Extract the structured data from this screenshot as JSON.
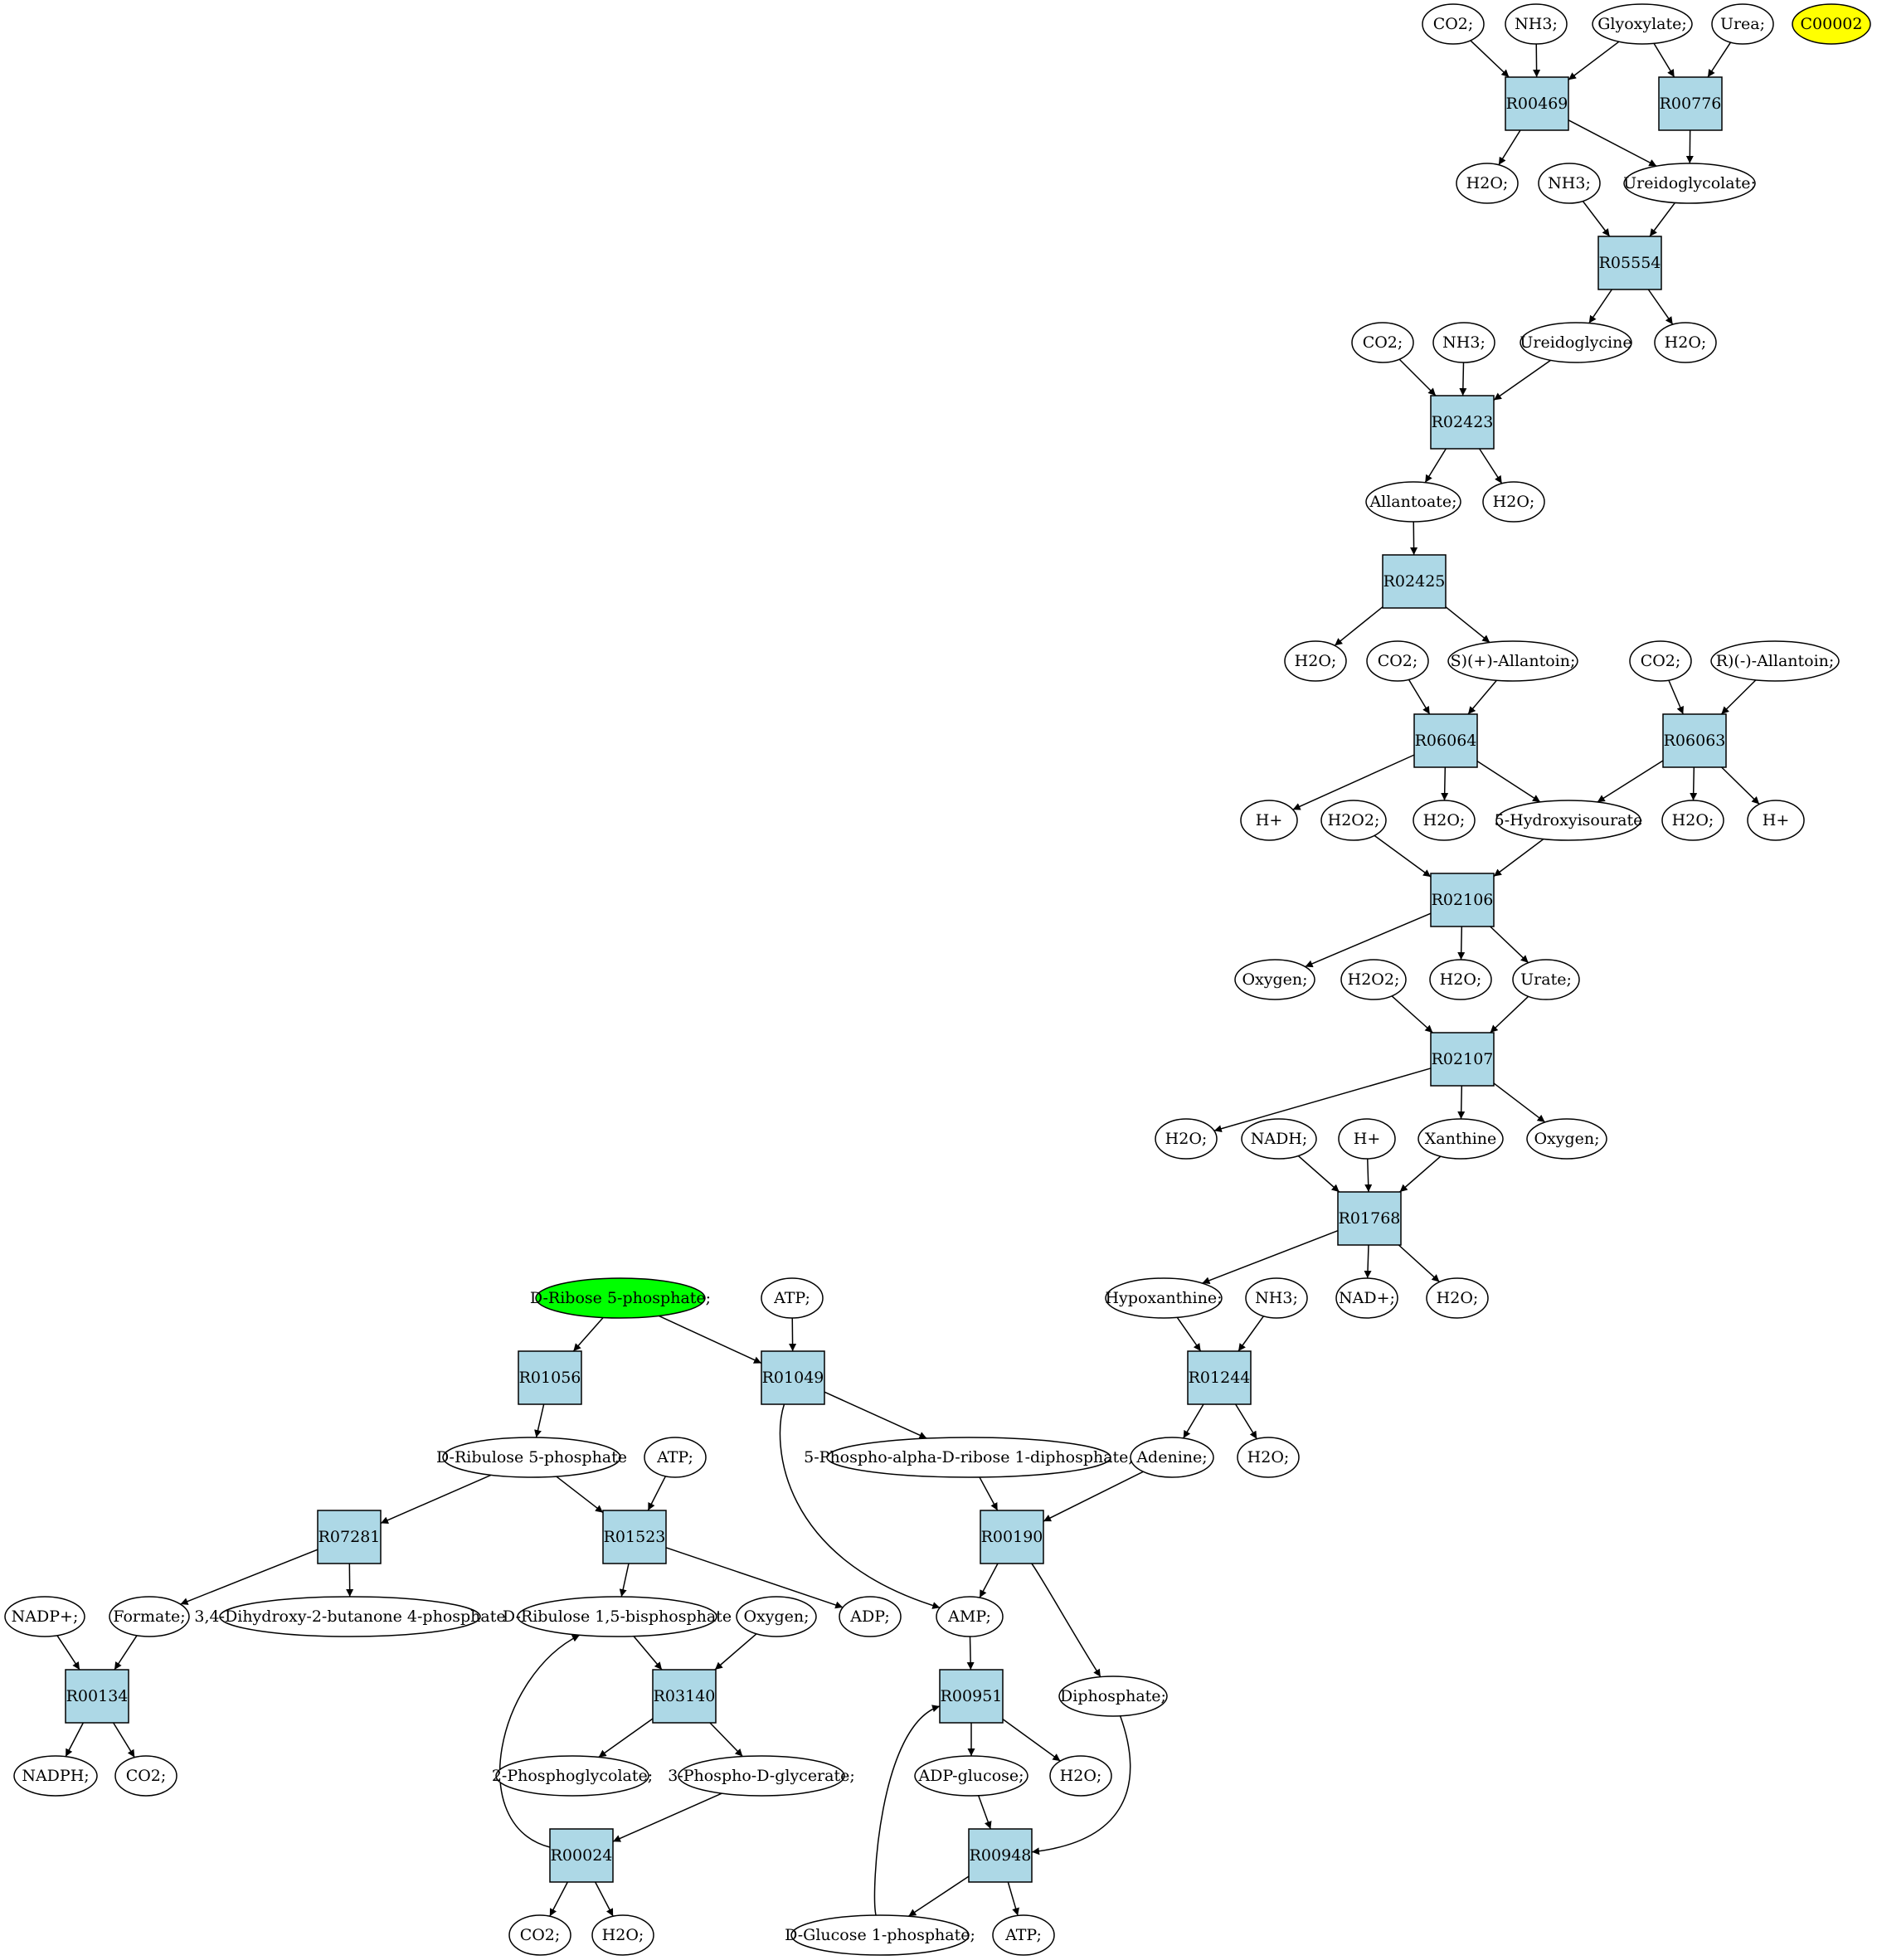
{
  "colors": {
    "reaction_fill": "#add8e6",
    "start_fill": "#00ff00",
    "target_fill": "#ffff00",
    "compound_fill": "#ffffff",
    "stroke": "#000000"
  },
  "nodes": [
    {
      "id": "c1",
      "label": "CO2;",
      "type": "compound"
    },
    {
      "id": "c2",
      "label": "NH3;",
      "type": "compound"
    },
    {
      "id": "c3",
      "label": "Glyoxylate;",
      "type": "compound"
    },
    {
      "id": "c4",
      "label": "Urea;",
      "type": "compound"
    },
    {
      "id": "c5",
      "label": "C00002",
      "type": "target"
    },
    {
      "id": "r1",
      "label": "R00469",
      "type": "reaction"
    },
    {
      "id": "r2",
      "label": "R00776",
      "type": "reaction"
    },
    {
      "id": "c6",
      "label": "H2O;",
      "type": "compound"
    },
    {
      "id": "c7",
      "label": "NH3;",
      "type": "compound"
    },
    {
      "id": "c8",
      "label": "Ureidoglycolate;",
      "type": "compound"
    },
    {
      "id": "r3",
      "label": "R05554",
      "type": "reaction"
    },
    {
      "id": "c9",
      "label": "CO2;",
      "type": "compound"
    },
    {
      "id": "c10",
      "label": "NH3;",
      "type": "compound"
    },
    {
      "id": "c11",
      "label": "Ureidoglycine",
      "type": "compound"
    },
    {
      "id": "c12",
      "label": "H2O;",
      "type": "compound"
    },
    {
      "id": "r4",
      "label": "R02423",
      "type": "reaction"
    },
    {
      "id": "c13",
      "label": "Allantoate;",
      "type": "compound"
    },
    {
      "id": "c14",
      "label": "H2O;",
      "type": "compound"
    },
    {
      "id": "r5",
      "label": "R02425",
      "type": "reaction"
    },
    {
      "id": "c15",
      "label": "H2O;",
      "type": "compound"
    },
    {
      "id": "c16",
      "label": "CO2;",
      "type": "compound"
    },
    {
      "id": "c17",
      "label": "S)(+)-Allantoin;",
      "type": "compound"
    },
    {
      "id": "c18",
      "label": "CO2;",
      "type": "compound"
    },
    {
      "id": "c19",
      "label": "R)(-)-Allantoin;",
      "type": "compound"
    },
    {
      "id": "r6",
      "label": "R06064",
      "type": "reaction"
    },
    {
      "id": "r7",
      "label": "R06063",
      "type": "reaction"
    },
    {
      "id": "c20",
      "label": "H+",
      "type": "compound"
    },
    {
      "id": "c21",
      "label": "H2O2;",
      "type": "compound"
    },
    {
      "id": "c22",
      "label": "H2O;",
      "type": "compound"
    },
    {
      "id": "c23",
      "label": "5-Hydroxyisourate",
      "type": "compound"
    },
    {
      "id": "c24",
      "label": "H2O;",
      "type": "compound"
    },
    {
      "id": "c25",
      "label": "H+",
      "type": "compound"
    },
    {
      "id": "r8",
      "label": "R02106",
      "type": "reaction"
    },
    {
      "id": "c26",
      "label": "Oxygen;",
      "type": "compound"
    },
    {
      "id": "c27",
      "label": "H2O2;",
      "type": "compound"
    },
    {
      "id": "c28",
      "label": "H2O;",
      "type": "compound"
    },
    {
      "id": "c29",
      "label": "Urate;",
      "type": "compound"
    },
    {
      "id": "r9",
      "label": "R02107",
      "type": "reaction"
    },
    {
      "id": "c30",
      "label": "H2O;",
      "type": "compound"
    },
    {
      "id": "c31",
      "label": "NADH;",
      "type": "compound"
    },
    {
      "id": "c32",
      "label": "H+",
      "type": "compound"
    },
    {
      "id": "c33",
      "label": "Xanthine",
      "type": "compound"
    },
    {
      "id": "c34",
      "label": "Oxygen;",
      "type": "compound"
    },
    {
      "id": "r10",
      "label": "R01768",
      "type": "reaction"
    },
    {
      "id": "c35",
      "label": "D-Ribose 5-phosphate;",
      "type": "start"
    },
    {
      "id": "c36",
      "label": "ATP;",
      "type": "compound"
    },
    {
      "id": "c37",
      "label": "Hypoxanthine;",
      "type": "compound"
    },
    {
      "id": "c38",
      "label": "NH3;",
      "type": "compound"
    },
    {
      "id": "c39",
      "label": "NAD+;",
      "type": "compound"
    },
    {
      "id": "c40",
      "label": "H2O;",
      "type": "compound"
    },
    {
      "id": "r11",
      "label": "R01056",
      "type": "reaction"
    },
    {
      "id": "r12",
      "label": "R01049",
      "type": "reaction"
    },
    {
      "id": "r13",
      "label": "R01244",
      "type": "reaction"
    },
    {
      "id": "c41",
      "label": "D-Ribulose 5-phosphate",
      "type": "compound"
    },
    {
      "id": "c42",
      "label": "ATP;",
      "type": "compound"
    },
    {
      "id": "c43",
      "label": "5-Phospho-alpha-D-ribose 1-diphosphate;",
      "type": "compound"
    },
    {
      "id": "c44",
      "label": "Adenine;",
      "type": "compound"
    },
    {
      "id": "c45",
      "label": "H2O;",
      "type": "compound"
    },
    {
      "id": "r14",
      "label": "R07281",
      "type": "reaction"
    },
    {
      "id": "r15",
      "label": "R01523",
      "type": "reaction"
    },
    {
      "id": "r16",
      "label": "R00190",
      "type": "reaction"
    },
    {
      "id": "c46",
      "label": "NADP+;",
      "type": "compound"
    },
    {
      "id": "c47",
      "label": "Formate;",
      "type": "compound"
    },
    {
      "id": "c48",
      "label": "3,4-Dihydroxy-2-butanone 4-phosphate",
      "type": "compound"
    },
    {
      "id": "c49",
      "label": "D-Ribulose 1,5-bisphosphate",
      "type": "compound"
    },
    {
      "id": "c50",
      "label": "Oxygen;",
      "type": "compound"
    },
    {
      "id": "c51",
      "label": "ADP;",
      "type": "compound"
    },
    {
      "id": "c52",
      "label": "AMP;",
      "type": "compound"
    },
    {
      "id": "r17",
      "label": "R00134",
      "type": "reaction"
    },
    {
      "id": "r18",
      "label": "R03140",
      "type": "reaction"
    },
    {
      "id": "r19",
      "label": "R00951",
      "type": "reaction"
    },
    {
      "id": "c53",
      "label": "Diphosphate;",
      "type": "compound"
    },
    {
      "id": "c54",
      "label": "NADPH;",
      "type": "compound"
    },
    {
      "id": "c55",
      "label": "CO2;",
      "type": "compound"
    },
    {
      "id": "c56",
      "label": "2-Phosphoglycolate;",
      "type": "compound"
    },
    {
      "id": "c57",
      "label": "3-Phospho-D-glycerate;",
      "type": "compound"
    },
    {
      "id": "c58",
      "label": "ADP-glucose;",
      "type": "compound"
    },
    {
      "id": "c59",
      "label": "H2O;",
      "type": "compound"
    },
    {
      "id": "r20",
      "label": "R00024",
      "type": "reaction"
    },
    {
      "id": "r21",
      "label": "R00948",
      "type": "reaction"
    },
    {
      "id": "c60",
      "label": "CO2;",
      "type": "compound"
    },
    {
      "id": "c61",
      "label": "H2O;",
      "type": "compound"
    },
    {
      "id": "c62",
      "label": "D-Glucose 1-phosphate;",
      "type": "compound"
    },
    {
      "id": "c63",
      "label": "ATP;",
      "type": "compound"
    }
  ],
  "edges": [
    [
      "c1",
      "r1"
    ],
    [
      "c2",
      "r1"
    ],
    [
      "c3",
      "r1"
    ],
    [
      "c3",
      "r2"
    ],
    [
      "c4",
      "r2"
    ],
    [
      "r1",
      "c6"
    ],
    [
      "r1",
      "c8"
    ],
    [
      "r2",
      "c8"
    ],
    [
      "c7",
      "r3"
    ],
    [
      "c8",
      "r3"
    ],
    [
      "r3",
      "c11"
    ],
    [
      "r3",
      "c12"
    ],
    [
      "c9",
      "r4"
    ],
    [
      "c10",
      "r4"
    ],
    [
      "c11",
      "r4"
    ],
    [
      "r4",
      "c13"
    ],
    [
      "r4",
      "c14"
    ],
    [
      "c13",
      "r5"
    ],
    [
      "r5",
      "c15"
    ],
    [
      "r5",
      "c17"
    ],
    [
      "c16",
      "r6"
    ],
    [
      "c17",
      "r6"
    ],
    [
      "c18",
      "r7"
    ],
    [
      "c19",
      "r7"
    ],
    [
      "r6",
      "c20"
    ],
    [
      "r6",
      "c22"
    ],
    [
      "r6",
      "c23"
    ],
    [
      "r7",
      "c23"
    ],
    [
      "r7",
      "c24"
    ],
    [
      "r7",
      "c25"
    ],
    [
      "c21",
      "r8"
    ],
    [
      "c23",
      "r8"
    ],
    [
      "r8",
      "c26"
    ],
    [
      "r8",
      "c28"
    ],
    [
      "r8",
      "c29"
    ],
    [
      "c27",
      "r9"
    ],
    [
      "c29",
      "r9"
    ],
    [
      "r9",
      "c30"
    ],
    [
      "r9",
      "c33"
    ],
    [
      "r9",
      "c34"
    ],
    [
      "c31",
      "r10"
    ],
    [
      "c32",
      "r10"
    ],
    [
      "c33",
      "r10"
    ],
    [
      "r10",
      "c37"
    ],
    [
      "r10",
      "c39"
    ],
    [
      "r10",
      "c40"
    ],
    [
      "c37",
      "r13"
    ],
    [
      "c38",
      "r13"
    ],
    [
      "r13",
      "c44"
    ],
    [
      "r13",
      "c45"
    ],
    [
      "c35",
      "r11"
    ],
    [
      "c35",
      "r12"
    ],
    [
      "c36",
      "r12"
    ],
    [
      "r11",
      "c41"
    ],
    [
      "r12",
      "c43"
    ],
    [
      "r12",
      "c52"
    ],
    [
      "c41",
      "r14"
    ],
    [
      "c41",
      "r15"
    ],
    [
      "c42",
      "r15"
    ],
    [
      "c43",
      "r16"
    ],
    [
      "c44",
      "r16"
    ],
    [
      "r14",
      "c47"
    ],
    [
      "r14",
      "c48"
    ],
    [
      "r15",
      "c49"
    ],
    [
      "r15",
      "c51"
    ],
    [
      "r16",
      "c52"
    ],
    [
      "r16",
      "c53"
    ],
    [
      "c46",
      "r17"
    ],
    [
      "c47",
      "r17"
    ],
    [
      "r17",
      "c54"
    ],
    [
      "r17",
      "c55"
    ],
    [
      "c49",
      "r18"
    ],
    [
      "c50",
      "r18"
    ],
    [
      "r18",
      "c56"
    ],
    [
      "r18",
      "c57"
    ],
    [
      "c52",
      "r19"
    ],
    [
      "c62",
      "r19"
    ],
    [
      "r19",
      "c58"
    ],
    [
      "r19",
      "c59"
    ],
    [
      "c57",
      "r20"
    ],
    [
      "r20",
      "c49"
    ],
    [
      "r20",
      "c60"
    ],
    [
      "r20",
      "c61"
    ],
    [
      "c58",
      "r21"
    ],
    [
      "c53",
      "r21"
    ],
    [
      "r21",
      "c62"
    ],
    [
      "r21",
      "c63"
    ]
  ]
}
